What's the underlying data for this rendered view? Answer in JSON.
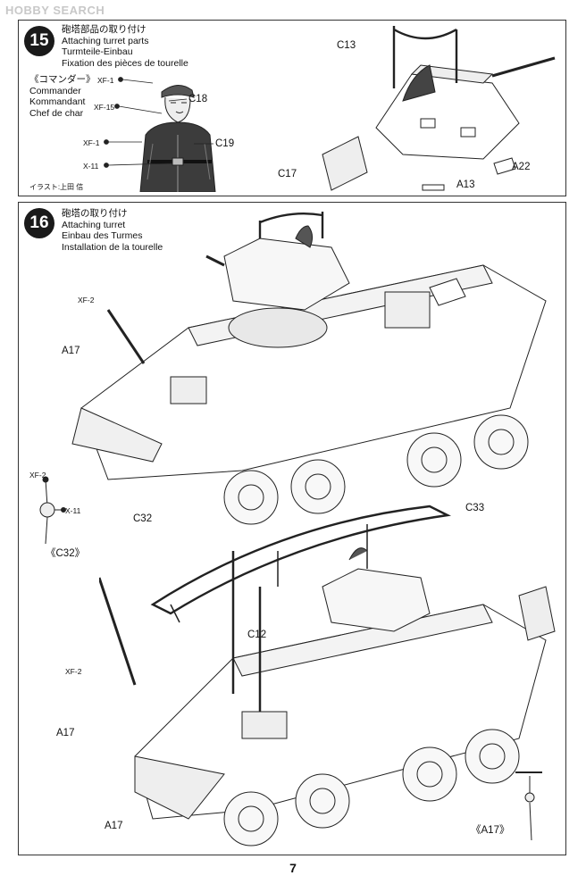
{
  "watermark": "HOBBY SEARCH",
  "step15": {
    "number": "15",
    "title_ja": "砲塔部品の取り付け",
    "title_en": "Attaching turret parts",
    "title_de": "Turmteile-Einbau",
    "title_fr": "Fixation des pièces de tourelle",
    "commander_ja": "《コマンダー》",
    "commander_en": "Commander",
    "commander_de": "Kommandant",
    "commander_fr": "Chef de char",
    "paint": [
      "XF-1",
      "XF-15",
      "XF-1",
      "X-11"
    ],
    "parts": [
      "C18",
      "C19",
      "C13",
      "C17",
      "A13",
      "A22"
    ],
    "credit": "イラスト:上田 信"
  },
  "step16": {
    "number": "16",
    "title_ja": "砲塔の取り付け",
    "title_en": "Attaching turret",
    "title_de": "Einbau des Turmes",
    "title_fr": "Installation de la tourelle",
    "paint_top": "XF-2",
    "part_a17_top": "A17",
    "c32_detail": [
      "XF-2",
      "X-11",
      "《C32》"
    ],
    "part_c32": "C32",
    "part_c33": "C33",
    "part_c12": "C12",
    "paint_lower": "XF-2",
    "part_a17_mid": "A17",
    "part_a17_low": "A17",
    "a17_detail": "《A17》"
  },
  "page_number": "7"
}
